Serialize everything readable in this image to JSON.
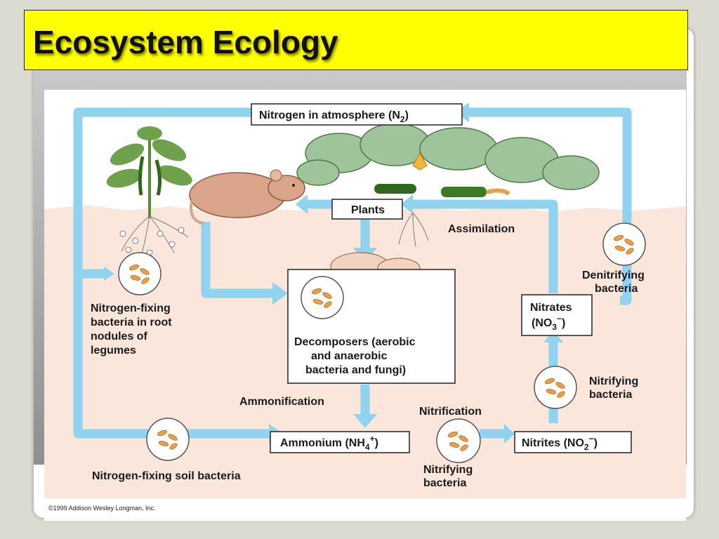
{
  "slide": {
    "title": "Ecosystem Ecology"
  },
  "diagram": {
    "atmosphere": {
      "main": "Nitrogen in atmosphere (N",
      "sub": "2",
      "close": ")"
    },
    "plants": "Plants",
    "assimilation": "Assimilation",
    "decomposers": [
      "Decomposers (aerobic",
      "and anaerobic",
      "bacteria and fungi)"
    ],
    "nitrogen_fixing_legumes": [
      "Nitrogen-fixing",
      "bacteria in root",
      "nodules of",
      "legumes"
    ],
    "ammonification": "Ammonification",
    "ammonium": {
      "main": "Ammonium (NH",
      "sub": "4",
      "sup": "+",
      "close": ")"
    },
    "nitrification": "Nitrification",
    "nitrifying_bottom": [
      "Nitrifying",
      "bacteria"
    ],
    "nitrites": {
      "main": "Nitrites (NO",
      "sub": "2",
      "sup": "−",
      "close": ")"
    },
    "nitrifying_right": [
      "Nitrifying",
      "bacteria"
    ],
    "nitrates": {
      "line1": "Nitrates",
      "main": "(NO",
      "sub": "3",
      "sup": "−",
      "close": ")"
    },
    "denitrifying": [
      "Denitrifying",
      "bacteria"
    ],
    "soil_bacteria": "Nitrogen-fixing soil bacteria",
    "copyright": "©1999 Addison Wesley Longman, Inc."
  },
  "colors": {
    "title_bg": "#ffff00",
    "arrow": "#8fd3ef",
    "soil": "#fbe6dc",
    "leaf": "#9fc39a"
  }
}
